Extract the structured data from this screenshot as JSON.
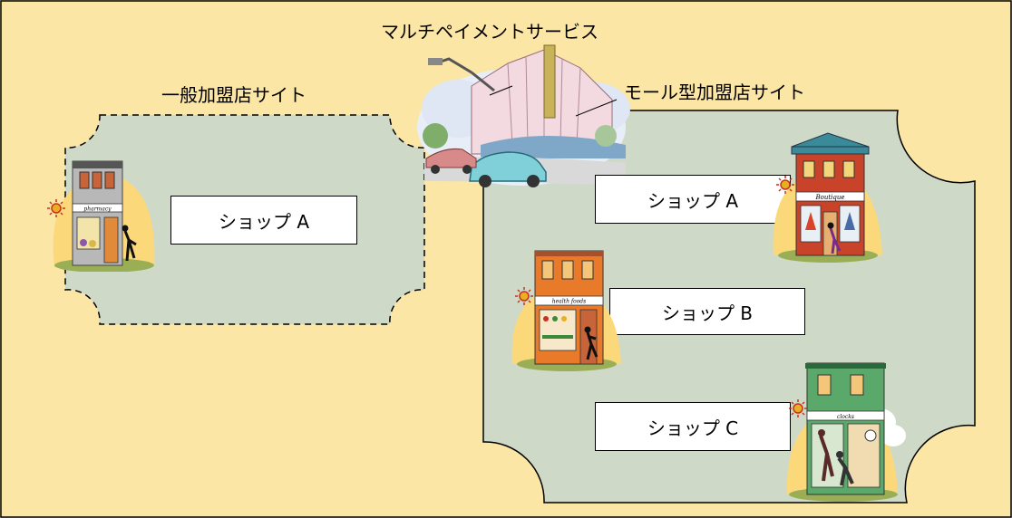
{
  "diagram": {
    "title": "マルチペイメントサービス",
    "general_site_label": "一般加盟店サイト",
    "mall_site_label": "モール型加盟店サイト",
    "general_shops": [
      {
        "label": "ショップ A",
        "store_sign": "pharmacy"
      }
    ],
    "mall_shops": [
      {
        "label": "ショップ A",
        "store_sign": "Boutique"
      },
      {
        "label": "ショップ B",
        "store_sign": "health foods"
      },
      {
        "label": "ショップ C",
        "store_sign": "clocks"
      }
    ],
    "colors": {
      "background": "#fbe6a6",
      "region_fill": "#cfd9c7",
      "region_stroke": "#000000",
      "shop_box_fill": "#ffffff",
      "building_bg": "#fbd97a"
    },
    "icons": {
      "center": "shopping-mall-icon",
      "general_shop_a": "pharmacy-storefront-icon",
      "mall_shop_a": "boutique-storefront-icon",
      "mall_shop_b": "health-foods-storefront-icon",
      "mall_shop_c": "clock-shop-storefront-icon"
    }
  }
}
